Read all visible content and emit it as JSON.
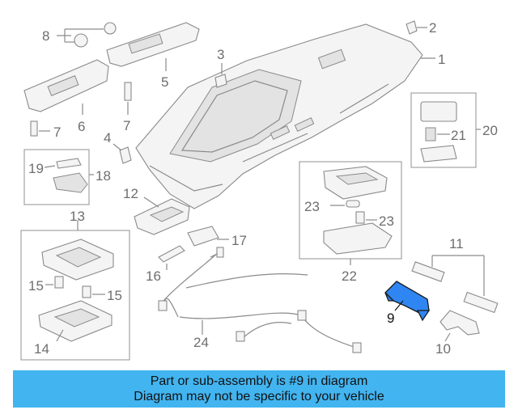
{
  "callouts": {
    "c1": "1",
    "c2": "2",
    "c3": "3",
    "c4": "4",
    "c5": "5",
    "c6": "6",
    "c7a": "7",
    "c7b": "7",
    "c8": "8",
    "c9": "9",
    "c10": "10",
    "c11": "11",
    "c12": "12",
    "c13": "13",
    "c14": "14",
    "c15a": "15",
    "c15b": "15",
    "c16": "16",
    "c17": "17",
    "c18": "18",
    "c19": "19",
    "c20": "20",
    "c21": "21",
    "c22": "22",
    "c23a": "23",
    "c23b": "23",
    "c24": "24"
  },
  "highlight_color": "#2f86f2",
  "banner": {
    "color": "#42b4f0",
    "line1": "Part or sub-assembly is #9 in diagram",
    "line2": "Diagram may not be specific to your vehicle"
  }
}
